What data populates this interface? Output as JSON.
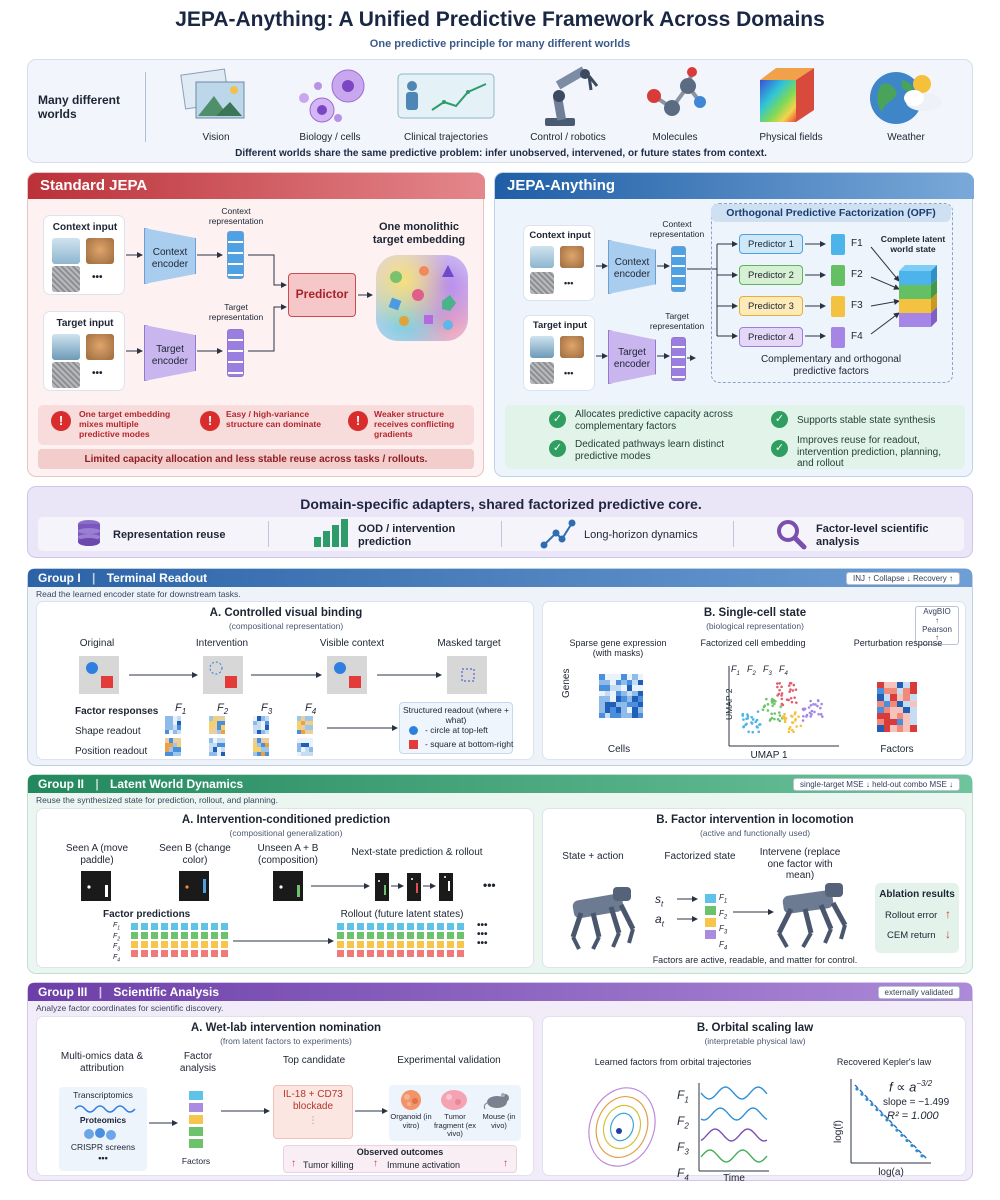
{
  "title": "JEPA-Anything: A Unified Predictive Framework Across Domains",
  "subtitle": "One predictive principle for many different worlds",
  "worlds": {
    "heading": "Many different worlds",
    "items": [
      "Vision",
      "Biology / cells",
      "Clinical trajectories",
      "Control / robotics",
      "Molecules",
      "Physical fields",
      "Weather"
    ],
    "caption": "Different worlds share the same predictive problem: infer unobserved, intervened, or future states from context."
  },
  "standard": {
    "title": "Standard JEPA",
    "context_input": "Context input",
    "target_input": "Target input",
    "dots": "•••",
    "context_encoder": "Context encoder",
    "target_encoder": "Target encoder",
    "context_repr": "Context representation",
    "target_repr": "Target representation",
    "predictor": "Predictor",
    "monolithic": "One monolithic target embedding",
    "warnings": [
      "One target embedding mixes multiple predictive modes",
      "Easy / high-variance structure can dominate",
      "Weaker structure receives conflicting gradients"
    ],
    "warn_mark": "!",
    "footer": "Limited capacity allocation and less stable reuse across tasks / rollouts."
  },
  "jepa_any": {
    "title": "JEPA-Anything",
    "context_input": "Context input",
    "target_input": "Target input",
    "dots": "•••",
    "context_encoder": "Context encoder",
    "target_encoder": "Target encoder",
    "context_repr": "Context representation",
    "target_repr": "Target representation",
    "opf_title": "Orthogonal Predictive Factorization (OPF)",
    "predictors": [
      "Predictor 1",
      "Predictor 2",
      "Predictor 3",
      "Predictor 4"
    ],
    "factors": [
      "F1",
      "F2",
      "F3",
      "F4"
    ],
    "latent": "Complete latent world state",
    "opf_caption": "Complementary and orthogonal predictive factors",
    "check_mark": "✓",
    "benefits": [
      "Allocates predictive capacity across complementary factors",
      "Supports stable state synthesis",
      "Dedicated pathways learn distinct predictive modes",
      "Improves reuse for readout, intervention prediction, planning, and rollout"
    ]
  },
  "adapters": {
    "title": "Domain-specific adapters, shared factorized predictive core.",
    "items": [
      "Representation reuse",
      "OOD / intervention prediction",
      "Long-horizon dynamics",
      "Factor-level scientific analysis"
    ]
  },
  "group1": {
    "label": "Group I",
    "name": "Terminal Readout",
    "tags": "INJ ↑    Collapse ↓    Recovery ↑",
    "desc": "Read the learned encoder state for downstream tasks.",
    "a_title": "A. Controlled visual binding",
    "a_sub": "(compositional representation)",
    "a_cols": [
      "Original",
      "Intervention",
      "Visible context",
      "Masked target"
    ],
    "factor_responses": "Factor responses",
    "f_labels": [
      "F",
      "F",
      "F",
      "F"
    ],
    "f_subs": [
      "1",
      "2",
      "3",
      "4"
    ],
    "rows": [
      "Shape readout",
      "Position readout"
    ],
    "readout_title": "Structured readout (where + what)",
    "readout_items": [
      "- circle  at top-left",
      "- square  at bottom-right"
    ],
    "b_title": "B. Single-cell state",
    "b_sub": "(biological representation)",
    "b_tag": "AvgBIO ↑ Pearson ↑",
    "b_cols": [
      "Sparse gene expression (with masks)",
      "Factorized cell embedding",
      "Perturbation response"
    ],
    "genes": "Genes",
    "cells": "Cells",
    "umap1": "UMAP 1",
    "umap2": "UMAP 2",
    "factors_lbl": "Factors",
    "cluster_labels": [
      "F",
      "F",
      "F",
      "F"
    ]
  },
  "group2": {
    "label": "Group II",
    "name": "Latent World Dynamics",
    "tags": "single-target MSE ↓    held-out combo MSE ↓",
    "desc": "Reuse the synthesized state for prediction, rollout, and planning.",
    "a_title": "A. Intervention-conditioned prediction",
    "a_sub": "(compositional generalization)",
    "seen": [
      "Seen A (move paddle)",
      "Seen B (change color)",
      "Unseen A + B (composition)"
    ],
    "next_state": "Next-state prediction & rollout",
    "factor_predictions": "Factor predictions",
    "rollout": "Rollout (future latent states)",
    "dots": "•••",
    "f_labels": [
      "F",
      "F",
      "F",
      "F"
    ],
    "f_subs": [
      "1",
      "2",
      "3",
      "4"
    ],
    "b_title": "B. Factor intervention in locomotion",
    "b_sub": "(active and functionally used)",
    "state_action": "State + action",
    "factorized_state": "Factorized state",
    "intervene": "Intervene (replace one factor with mean)",
    "s_t": "s",
    "a_t": "a",
    "t_sub": "t",
    "ablation_title": "Ablation results",
    "ablation": [
      "Rollout error",
      "CEM return"
    ],
    "caption": "Factors are active, readable, and matter for control."
  },
  "group3": {
    "label": "Group III",
    "name": "Scientific Analysis",
    "tag": "externally validated",
    "desc": "Analyze factor coordinates for scientific discovery.",
    "a_title": "A. Wet-lab intervention nomination",
    "a_sub": "(from latent factors to experiments)",
    "multiomics": "Multi-omics data & attribution",
    "factor_analysis": "Factor analysis",
    "top_candidate": "Top candidate",
    "exp_validation": "Experimental validation",
    "omics": [
      "Transcriptomics",
      "Proteomics",
      "CRISPR screens"
    ],
    "dots": "•••",
    "factors": "Factors",
    "candidate": "IL-18 + CD73 blockade",
    "models": [
      "Organoid (in vitro)",
      "Tumor fragment (ex vivo)",
      "Mouse (in vivo)"
    ],
    "observed_title": "Observed outcomes",
    "outcomes": [
      "Tumor killing",
      "Immune activation"
    ],
    "b_title": "B. Orbital scaling law",
    "b_sub": "(interpretable physical law)",
    "learned": "Learned factors from orbital trajectories",
    "recovered": "Recovered Kepler's law",
    "f_labels": [
      "F",
      "F",
      "F",
      "F"
    ],
    "f_subs": [
      "1",
      "2",
      "3",
      "4"
    ],
    "time": "Time",
    "law": "f ∝ a",
    "law_exp": "−3/2",
    "slope": "slope = −1.499",
    "r2": "R² = 1.000",
    "logf": "log(f)",
    "loga": "log(a)"
  },
  "colors": {
    "red": "#c0393f",
    "blue": "#2f6db3",
    "green": "#2e8b6a",
    "purple": "#7a4fb0",
    "f1": "#5fc3e8",
    "f2": "#6cc36b",
    "f3": "#f5c64b",
    "f4": "#a98be0"
  }
}
